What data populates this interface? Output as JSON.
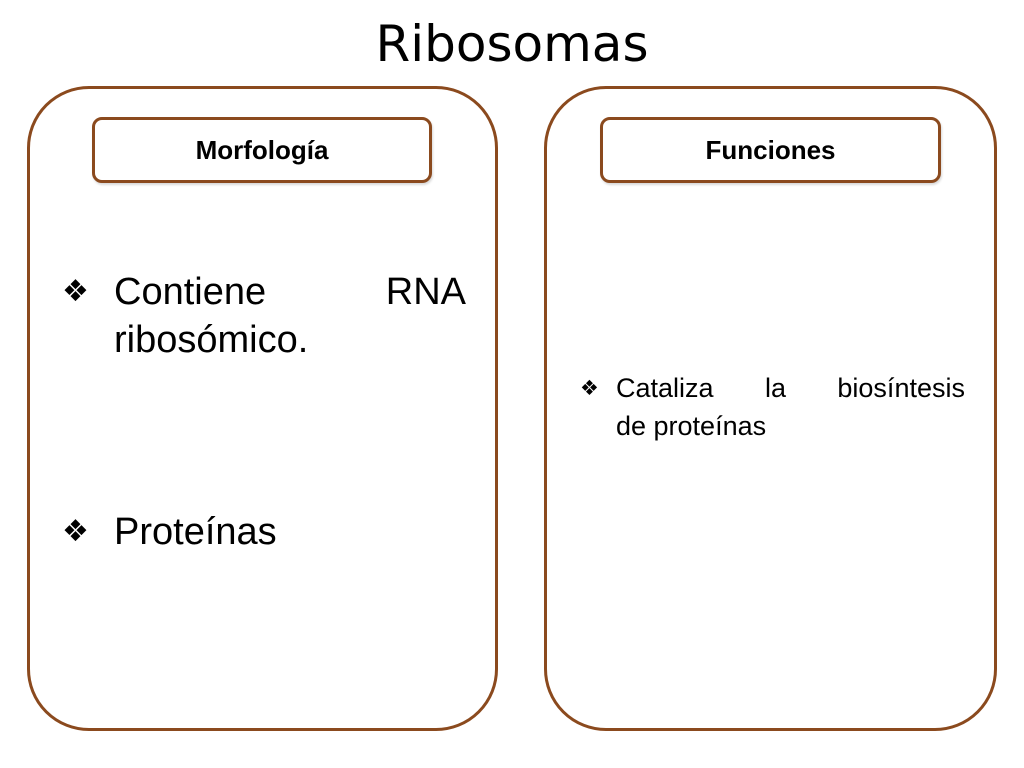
{
  "title": "Ribosomas",
  "colors": {
    "border": "#8b4a1e",
    "text": "#000000",
    "background": "#ffffff"
  },
  "bullet_icon": "four-diamond-bullet-icon",
  "bullet_glyph": "❖",
  "morfologia": {
    "header": "Morfología",
    "items": [
      {
        "line1_a": "Contiene",
        "line1_b": "RNA",
        "line2": "ribosómico."
      },
      {
        "text": "Proteínas"
      }
    ]
  },
  "funciones": {
    "header": "Funciones",
    "items": [
      {
        "line1_a": "Cataliza",
        "line1_b": "la",
        "line1_c": "biosíntesis",
        "line2": "de proteínas"
      }
    ]
  }
}
